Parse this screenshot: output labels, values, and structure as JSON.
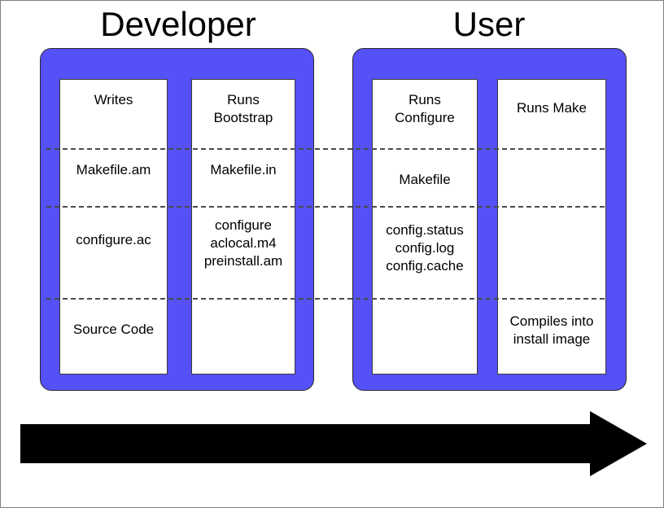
{
  "diagram": {
    "title_developer": "Developer",
    "title_user": "User",
    "accent_color": "#5550F7",
    "arrow_color": "#000000",
    "border_color": "#808080"
  },
  "panels": [
    {
      "id": "developer",
      "label": "Developer",
      "columns": [
        {
          "id": "writes",
          "cells": [
            {
              "id": "action",
              "text": "Writes"
            },
            {
              "id": "makefile-am",
              "text": "Makefile.am"
            },
            {
              "id": "configure-ac",
              "text": "configure.ac"
            },
            {
              "id": "source-code",
              "text": "Source Code"
            }
          ]
        },
        {
          "id": "bootstrap",
          "cells": [
            {
              "id": "action",
              "line1": "Runs",
              "line2": "Bootstrap"
            },
            {
              "id": "makefile-in",
              "text": "Makefile.in"
            },
            {
              "id": "generated",
              "line1": "configure",
              "line2": "aclocal.m4",
              "line3": "preinstall.am"
            },
            {
              "id": "empty",
              "text": ""
            }
          ]
        }
      ]
    },
    {
      "id": "user",
      "label": "User",
      "columns": [
        {
          "id": "configure",
          "cells": [
            {
              "id": "action",
              "line1": "Runs",
              "line2": "Configure"
            },
            {
              "id": "makefile",
              "text": "Makefile"
            },
            {
              "id": "config-files",
              "line1": "config.status",
              "line2": "config.log",
              "line3": "config.cache"
            },
            {
              "id": "empty",
              "text": ""
            }
          ]
        },
        {
          "id": "make",
          "cells": [
            {
              "id": "action",
              "text": "Runs Make"
            },
            {
              "id": "empty1",
              "text": ""
            },
            {
              "id": "empty2",
              "text": ""
            },
            {
              "id": "compiles",
              "line1": "Compiles into",
              "line2": "install image"
            }
          ]
        }
      ]
    }
  ],
  "arrow": {
    "name": "time-flow-arrow",
    "direction": "left-to-right"
  }
}
